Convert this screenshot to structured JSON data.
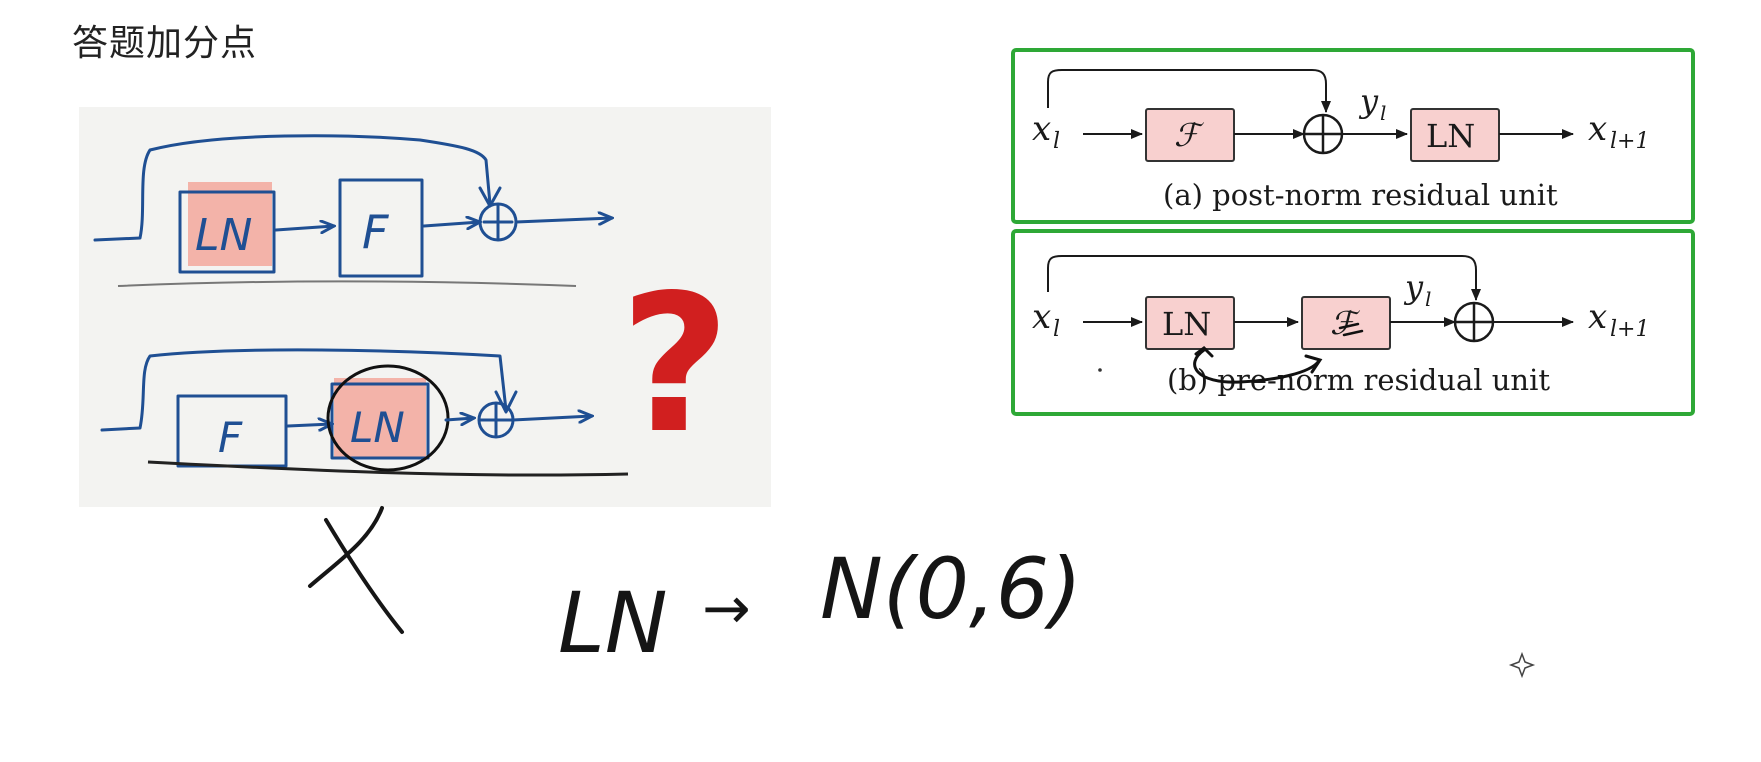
{
  "page": {
    "title": "答题加分点"
  },
  "sketch": {
    "top_row": {
      "box1_label": "LN",
      "box2_label": "F"
    },
    "bottom_row": {
      "box1_label": "F",
      "box2_label": "LN"
    },
    "question_mark": "?"
  },
  "diagram_a": {
    "input_label": "x",
    "input_sub": "l",
    "f_label": "ℱ",
    "y_label": "y",
    "y_sub": "l",
    "ln_label": "LN",
    "output_label": "x",
    "output_sub": "l+1",
    "caption": "(a) post-norm residual unit"
  },
  "diagram_b": {
    "input_label": "x",
    "input_sub": "l",
    "ln_label": "LN",
    "f_label": "ℱ",
    "y_label": "y",
    "y_sub": "l",
    "output_label": "x",
    "output_sub": "l+1",
    "caption": "(b) pre-norm residual unit"
  },
  "annotations": {
    "cross_mark": "X",
    "formula_lhs": "LN",
    "formula_arrow": "→",
    "formula_rhs": "N(0,6)"
  },
  "colors": {
    "frame_green": "#2ea836",
    "box_pink": "#f8d0cf",
    "ink_blue": "#1f4f93",
    "question_red": "#d11f1f",
    "highlight_pink": "#f2a79c"
  }
}
